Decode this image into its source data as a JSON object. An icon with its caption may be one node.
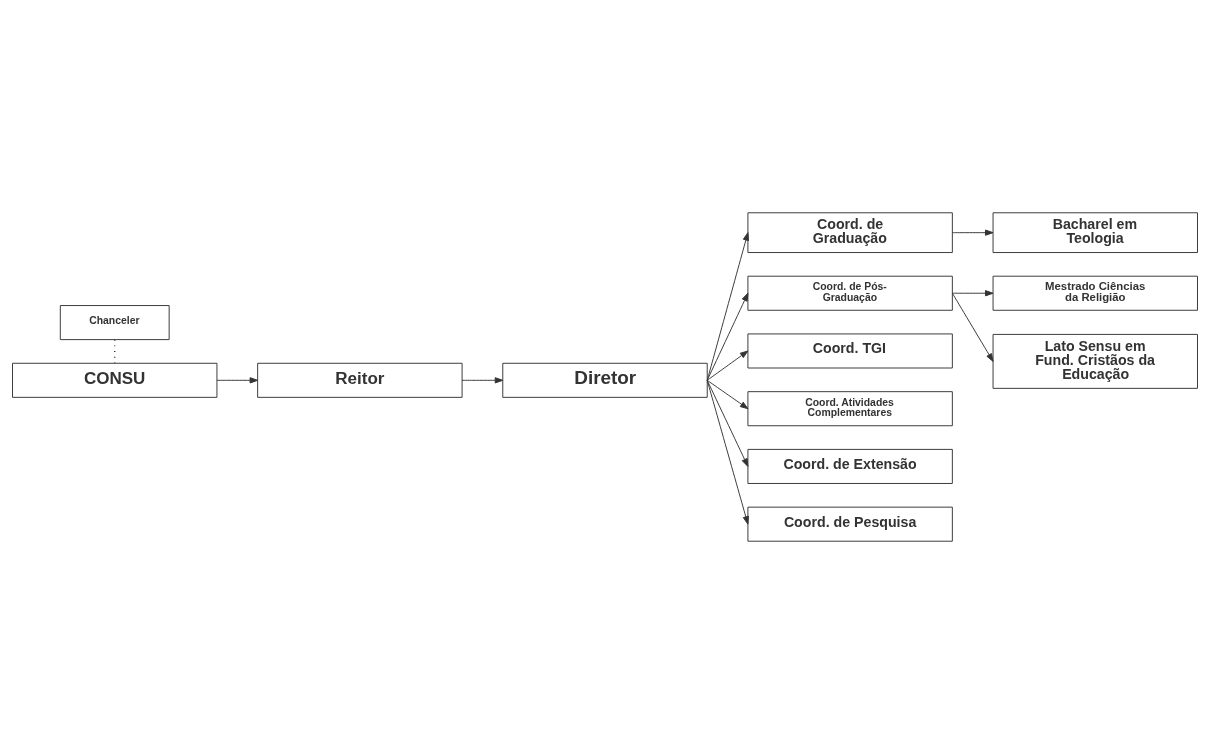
{
  "diagram": {
    "nodes": [
      {
        "text": [
          "Chanceler"
        ]
      },
      {
        "text": [
          "CONSU"
        ]
      },
      {
        "text": [
          "Reitor"
        ]
      },
      {
        "text": [
          "Diretor"
        ]
      },
      {
        "text": [
          "Coord. de Graduação"
        ]
      },
      {
        "text": [
          "Bacharel em Teologia"
        ]
      },
      {
        "text": [
          "Coord. de Pós-Graduação"
        ]
      },
      {
        "text": [
          "Mestrado Ciências da Religião"
        ]
      },
      {
        "text": [
          "Lato Sensu em Fund. Cristãos da Educação"
        ]
      },
      {
        "text": [
          "Coord. TGI"
        ]
      },
      {
        "text": [
          "Coord. Atividades Complementares"
        ]
      },
      {
        "text": [
          "Coord. de Extensão"
        ]
      },
      {
        "text": [
          "Coord. de Pesquisa"
        ]
      }
    ],
    "edges": [
      {
        "from": 0,
        "to": 1,
        "arrow": "none",
        "style": "dashed"
      },
      {
        "from": 1,
        "to": 2,
        "arrow": "to"
      },
      {
        "from": 2,
        "to": 3,
        "arrow": "to"
      },
      {
        "from": 3,
        "to": 4,
        "arrow": "to"
      },
      {
        "from": 3,
        "to": 6,
        "arrow": "to"
      },
      {
        "from": 3,
        "to": 9,
        "arrow": "to"
      },
      {
        "from": 3,
        "to": 10,
        "arrow": "to"
      },
      {
        "from": 3,
        "to": 11,
        "arrow": "to"
      },
      {
        "from": 3,
        "to": 12,
        "arrow": "to"
      },
      {
        "from": 4,
        "to": 5,
        "arrow": "to"
      },
      {
        "from": 6,
        "to": 7,
        "arrow": "to"
      },
      {
        "from": 6,
        "to": 8,
        "arrow": "to"
      }
    ]
  }
}
